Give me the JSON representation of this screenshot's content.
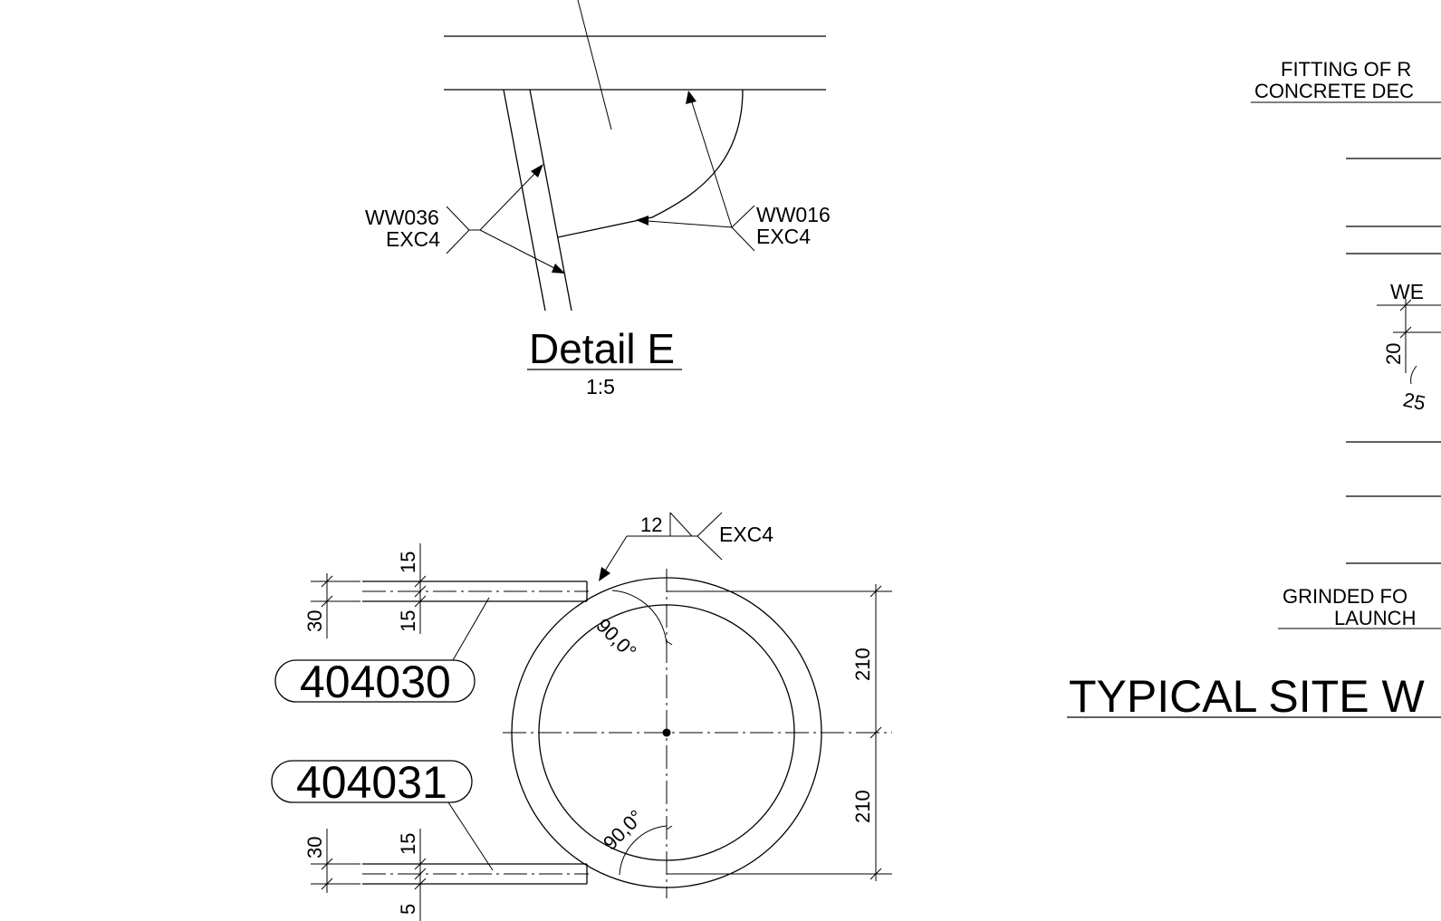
{
  "detail_e": {
    "title": "Detail E",
    "scale": "1:5",
    "weld_left": {
      "id": "WW036",
      "class": "EXC4"
    },
    "weld_right": {
      "id": "WW016",
      "class": "EXC4"
    }
  },
  "section": {
    "weld_size": "12",
    "weld_class": "EXC4",
    "part_top": "404030",
    "part_bottom": "404031",
    "dims": {
      "top_plate_total": "30",
      "top_plate_upper": "15",
      "top_plate_lower": "15",
      "bottom_plate_total": "30",
      "bottom_plate_upper": "15",
      "bottom_plate_lower": "5",
      "radius_upper": "210",
      "radius_lower": "210"
    },
    "angle_upper": "90,0°",
    "angle_lower": "90,0°"
  },
  "right_panel": {
    "note_top_line1": "FITTING OF R",
    "note_top_line2": "CONCRETE DEC",
    "weld_label": "WE",
    "dim_20": "20",
    "dim_25": "25",
    "note_bottom_line1": "GRINDED FO",
    "note_bottom_line2": "LAUNCH",
    "main_title": "TYPICAL SITE W"
  }
}
